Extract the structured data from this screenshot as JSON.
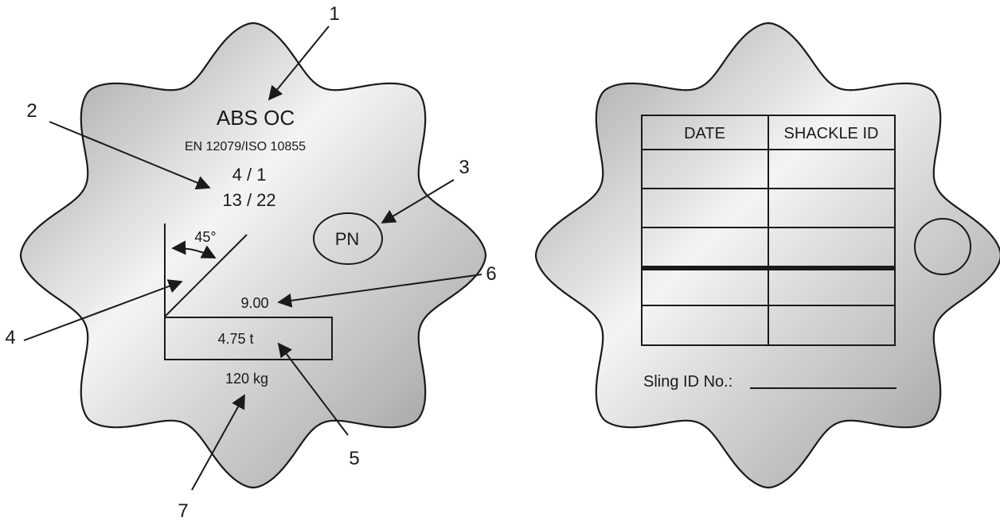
{
  "front_tag": {
    "title": "ABS OC",
    "standard": "EN 12079/ISO 10855",
    "line_a": "4 / 1",
    "line_b": "13 / 22",
    "angle": "45°",
    "pn_mark": "PN",
    "value_6": "9.00",
    "value_5": "4.75 t",
    "value_7": "120 kg"
  },
  "callouts": {
    "c1": "1",
    "c2": "2",
    "c3": "3",
    "c4": "4",
    "c5": "5",
    "c6": "6",
    "c7": "7"
  },
  "back_tag": {
    "col_date": "DATE",
    "col_shackle": "SHACKLE ID",
    "sling_label": "Sling ID No.:"
  }
}
